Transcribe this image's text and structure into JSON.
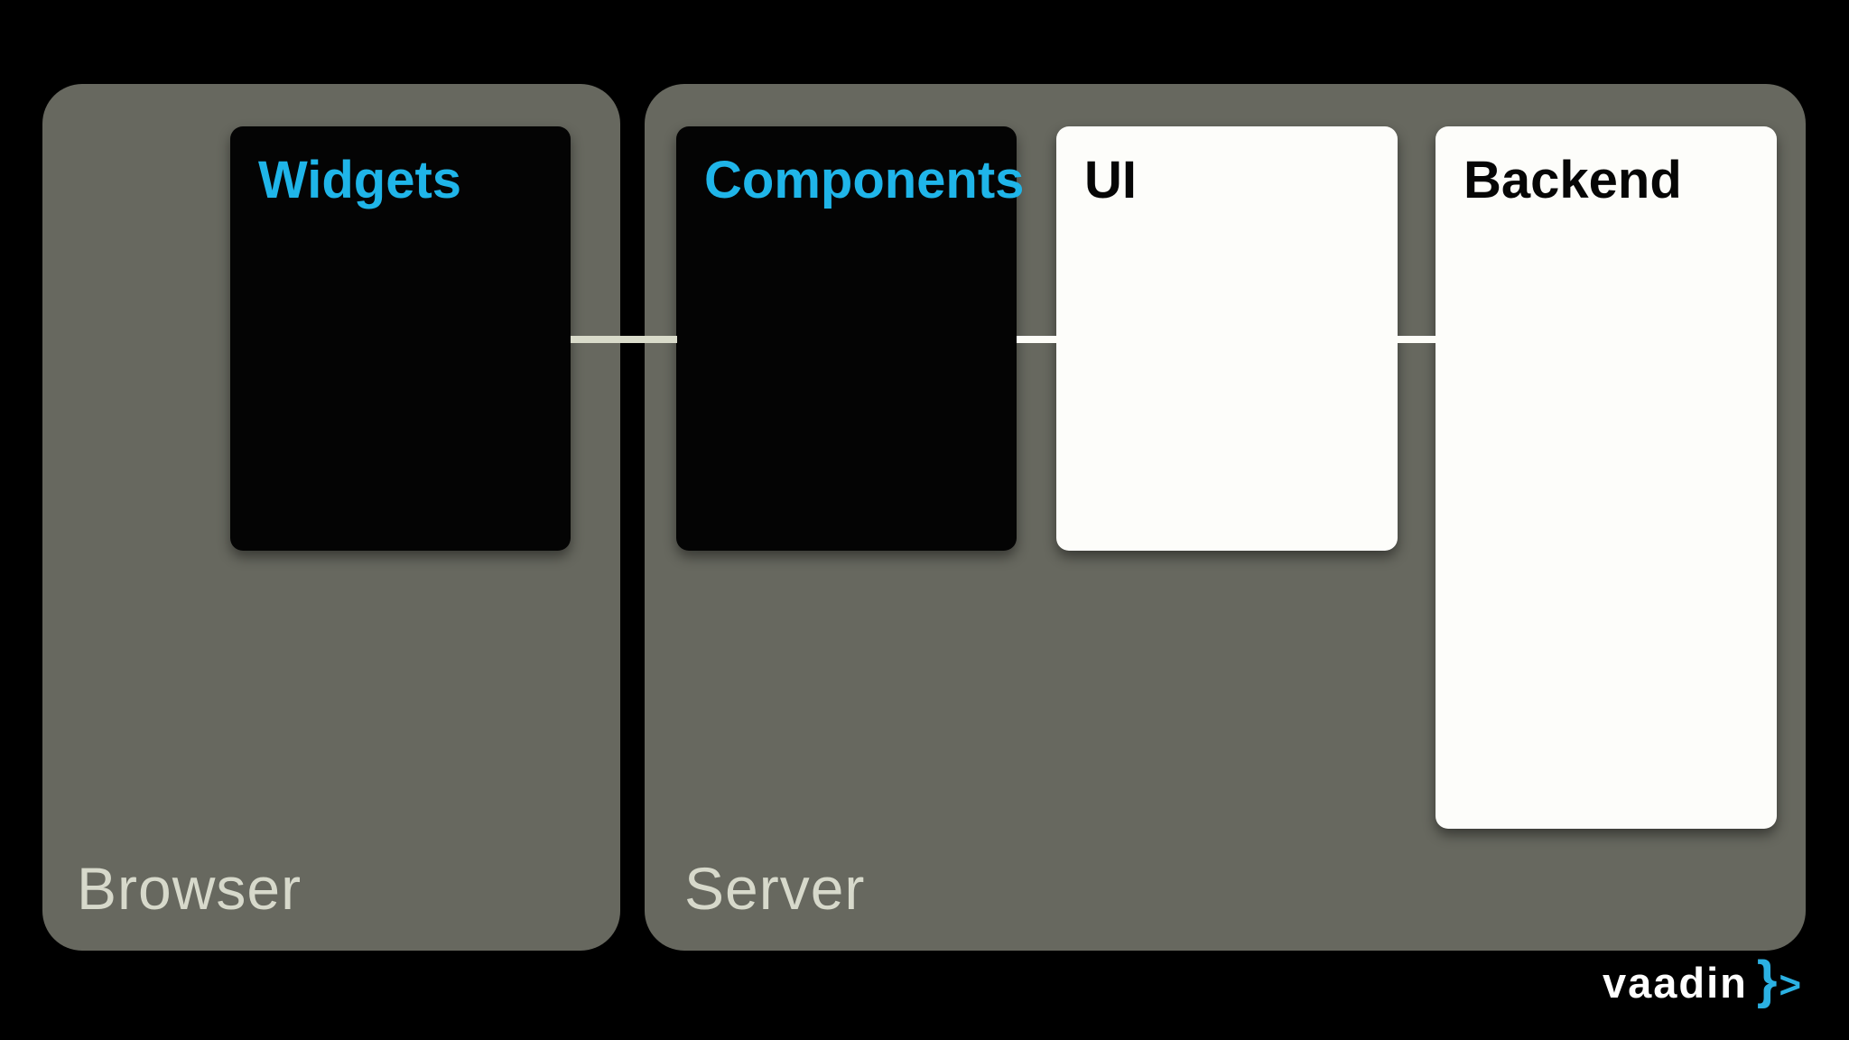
{
  "slide": {
    "background_color": "#000000",
    "containers": [
      {
        "id": "browser",
        "label": "Browser"
      },
      {
        "id": "server",
        "label": "Server"
      }
    ],
    "nodes": [
      {
        "id": "widgets",
        "label": "Widgets",
        "container": "Browser",
        "style": "dark",
        "label_color": "#1fb5e9"
      },
      {
        "id": "components",
        "label": "Components",
        "container": "Server",
        "style": "dark",
        "label_color": "#1fb5e9"
      },
      {
        "id": "ui",
        "label": "UI",
        "container": "Server",
        "style": "light",
        "label_color": "#060606"
      },
      {
        "id": "backend",
        "label": "Backend",
        "container": "Server",
        "style": "light",
        "label_color": "#060606"
      }
    ],
    "connectors": [
      {
        "from": "Widgets",
        "to": "Components",
        "color": "#d9dbca"
      },
      {
        "from": "Components",
        "to": "UI",
        "color": "#fdfdf8"
      },
      {
        "from": "UI",
        "to": "Backend",
        "color": "#fdfdf8"
      }
    ],
    "colors": {
      "container_fill": "#67685f",
      "container_label": "#d7d9cb",
      "dark_node_fill": "#040404",
      "light_node_fill": "#fdfdfa",
      "accent_cyan": "#1fb5e9"
    },
    "branding": {
      "logo_text": "vaadin",
      "logo_brace": "}",
      "logo_arrow": ">",
      "logo_text_color": "#ffffff",
      "logo_mark_color": "#2bb1e3"
    }
  }
}
